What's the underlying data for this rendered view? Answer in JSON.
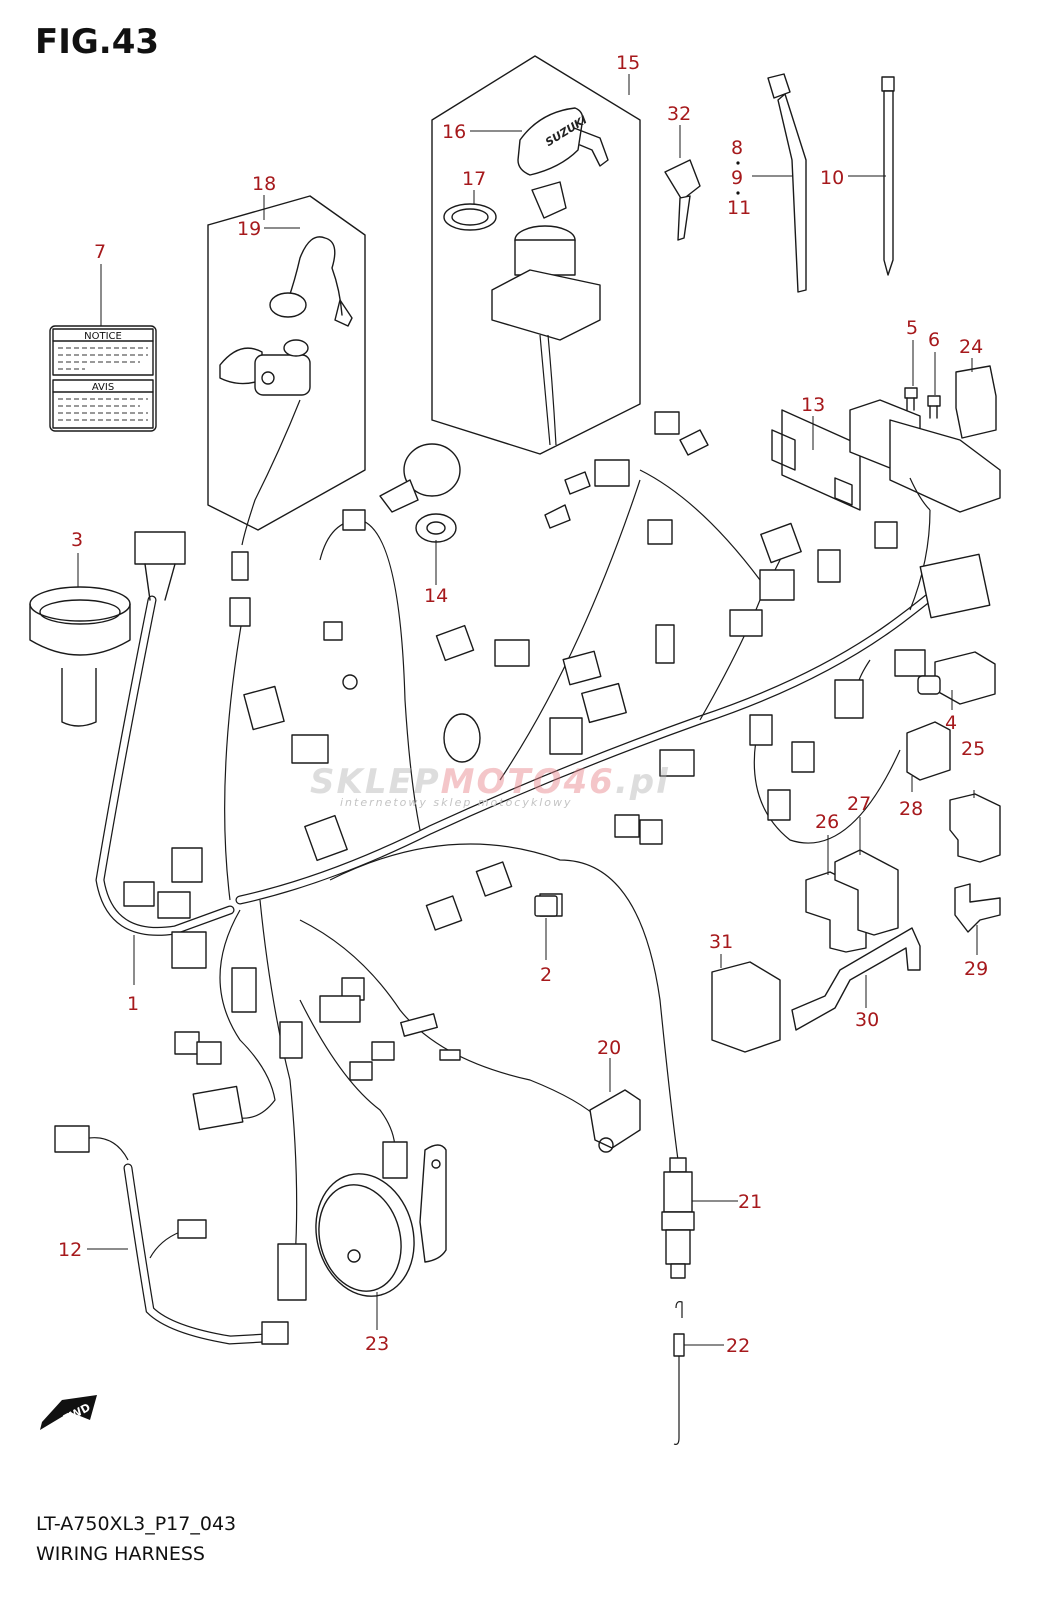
{
  "figure": {
    "title": "FIG.43",
    "model_code": "LT-A750XL3_P17_043",
    "section_name": "WIRING HARNESS",
    "callout_color": "#a6191c",
    "line_color": "#1a1a1a"
  },
  "labels": {
    "notice_header": "NOTICE",
    "avis_header": "AVIS",
    "fwd_arrow": "FWD",
    "key_brand": "SUZUKI"
  },
  "watermark": {
    "text_a": "SKLEP",
    "text_b": "MOTO46",
    "suffix": ".pl",
    "subtitle": "internetowy sklep motocyklowy"
  },
  "callouts": [
    {
      "id": "1",
      "part": "wiring-harness"
    },
    {
      "id": "2",
      "part": "connector-cap"
    },
    {
      "id": "3",
      "part": "boot"
    },
    {
      "id": "4",
      "part": "terminal-cover"
    },
    {
      "id": "5",
      "part": "fuse"
    },
    {
      "id": "6",
      "part": "fuse"
    },
    {
      "id": "7",
      "part": "notice-label"
    },
    {
      "id": "8",
      "part": "cable-tie"
    },
    {
      "id": "9",
      "part": "cable-tie"
    },
    {
      "id": "10",
      "part": "cable-tie"
    },
    {
      "id": "11",
      "part": "cable-tie"
    },
    {
      "id": "12",
      "part": "sub-harness"
    },
    {
      "id": "13",
      "part": "bracket"
    },
    {
      "id": "14",
      "part": "socket"
    },
    {
      "id": "15",
      "part": "ignition-switch-assy"
    },
    {
      "id": "16",
      "part": "ignition-cover"
    },
    {
      "id": "17",
      "part": "nut"
    },
    {
      "id": "18",
      "part": "engine-stop-switch-assy"
    },
    {
      "id": "19",
      "part": "tether-cord"
    },
    {
      "id": "20",
      "part": "switch"
    },
    {
      "id": "21",
      "part": "sensor"
    },
    {
      "id": "22",
      "part": "spring"
    },
    {
      "id": "23",
      "part": "horn"
    },
    {
      "id": "24",
      "part": "relay"
    },
    {
      "id": "25",
      "part": "connector"
    },
    {
      "id": "26",
      "part": "connector"
    },
    {
      "id": "27",
      "part": "connector"
    },
    {
      "id": "28",
      "part": "connector"
    },
    {
      "id": "29",
      "part": "bracket"
    },
    {
      "id": "30",
      "part": "bracket"
    },
    {
      "id": "31",
      "part": "relay"
    },
    {
      "id": "32",
      "part": "key"
    }
  ]
}
